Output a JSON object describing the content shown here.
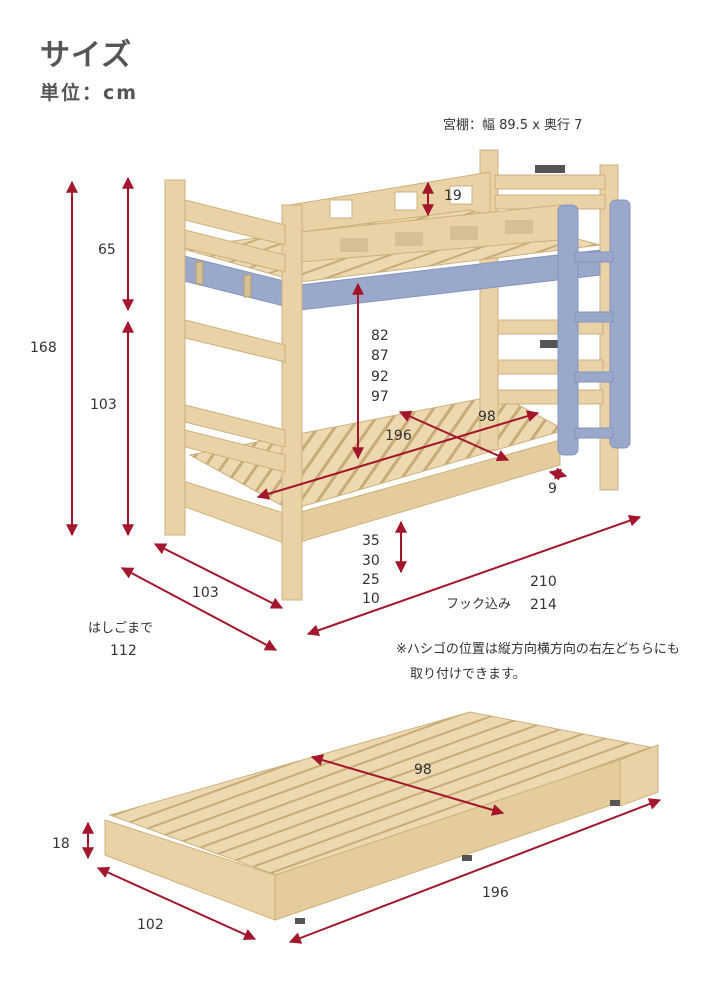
{
  "header": {
    "title": "サイズ",
    "unit": "単位：cm"
  },
  "top_bed": {
    "shelf_note": "宮棚：幅 89.5 x 奥行 7",
    "guard_height": "19",
    "upper_height": "65",
    "total_height": "168",
    "lower_height": "103",
    "clearance_values": [
      "82",
      "87",
      "92",
      "97"
    ],
    "inner_length": "196",
    "inner_width": "98",
    "ladder_depth": "9",
    "floor_clearance": [
      "35",
      "30",
      "25",
      "10"
    ],
    "width": "103",
    "width_label": "はしごまで",
    "width_ladder": "112",
    "length": "210",
    "length_hook_label": "フック込み",
    "length_hook": "214",
    "ladder_note_1": "※ハシゴの位置は縦方向横方向の右左どちらにも",
    "ladder_note_2": "取り付けできます。"
  },
  "trundle": {
    "inner_width": "98",
    "height": "18",
    "length": "196",
    "width": "102"
  },
  "colors": {
    "wood": "#e8d2a6",
    "wood_dark": "#cdb07c",
    "frame_blue": "#9aa8cc",
    "dimension_line": "#a3162b"
  }
}
